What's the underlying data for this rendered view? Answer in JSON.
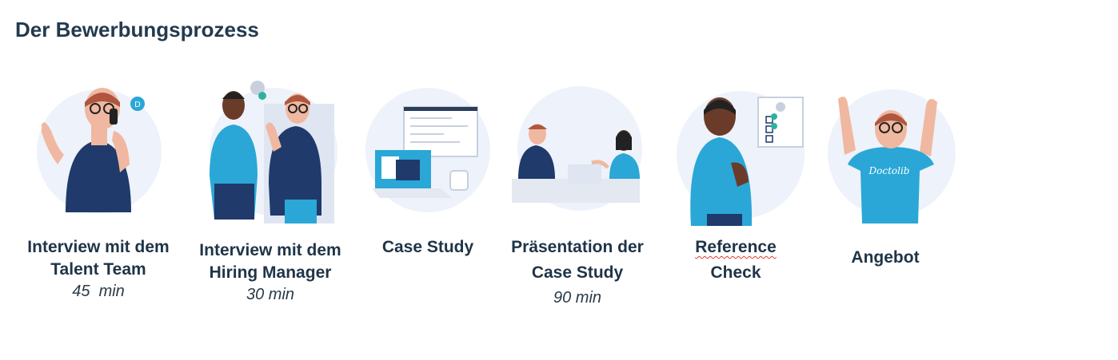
{
  "page": {
    "title": "Der Bewerbungsprozess"
  },
  "steps": [
    {
      "label_line1": "Interview mit dem",
      "label_line2": "Talent Team",
      "duration": "45  min",
      "icon": "person-on-phone-icon"
    },
    {
      "label_line1": "Interview mit dem",
      "label_line2": "Hiring Manager",
      "duration": "30 min",
      "icon": "two-people-on-phone-icon"
    },
    {
      "label_line1": "Case Study",
      "label_line2": "",
      "duration": "",
      "icon": "laptop-case-study-icon"
    },
    {
      "label_line1": "Präsentation der",
      "label_line2": "Case Study",
      "duration": "90 min",
      "icon": "presentation-meeting-icon"
    },
    {
      "label_line1": "Reference",
      "label_line2": "Check",
      "duration": "",
      "icon": "reference-check-icon"
    },
    {
      "label_line1": "Angebot",
      "label_line2": "",
      "duration": "",
      "icon": "celebrating-person-icon"
    }
  ],
  "colors": {
    "circle_bg": "#eef2fa",
    "navy": "#1f3a6b",
    "teal": "#2aa7d6",
    "skin": "#f0b8a0",
    "dark_skin": "#6b3b2a",
    "title": "#243a4d"
  }
}
